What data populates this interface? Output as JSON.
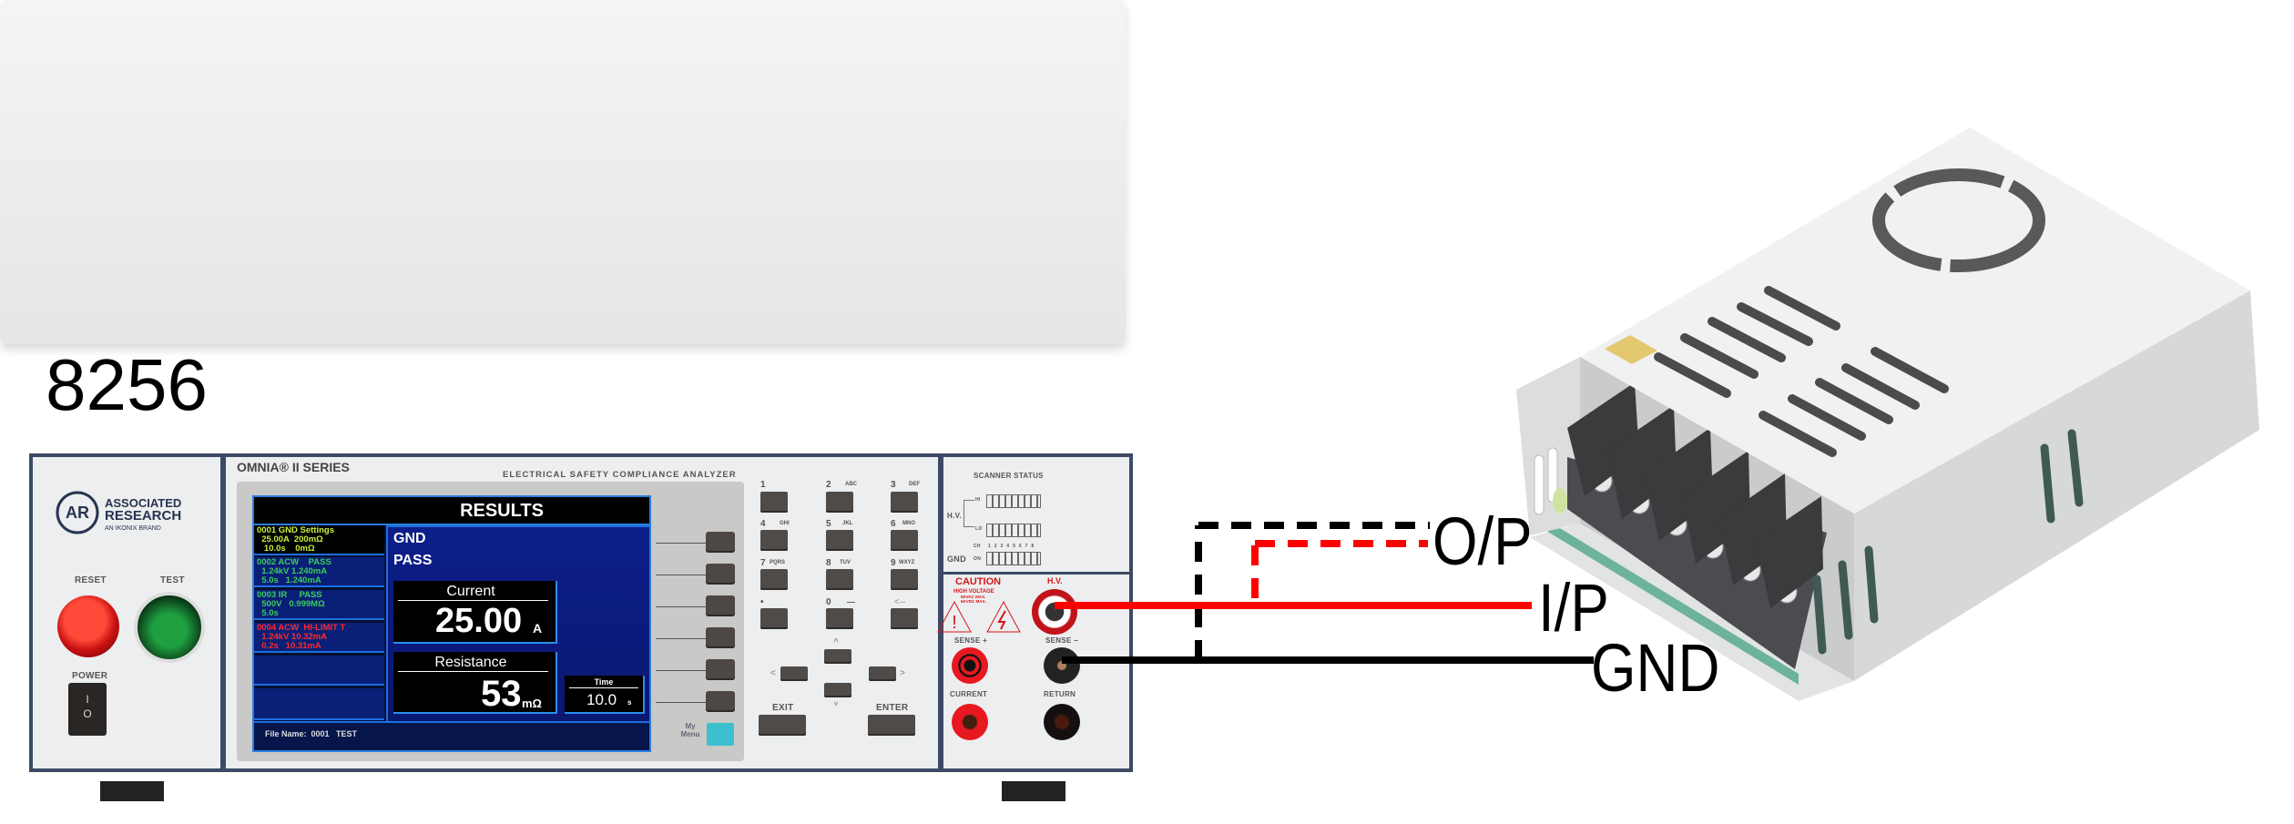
{
  "diagram_label": "8256",
  "wire_labels": {
    "output": "O/P",
    "input": "I/P",
    "ground": "GND"
  },
  "colors": {
    "hv_wire": "#ff0000",
    "ground_wire": "#000000",
    "screen_bg": "#0a1f78",
    "screen_border": "#2a8ef0"
  },
  "instrument": {
    "brand": {
      "line1": "ASSOCIATED",
      "line2": "RESEARCH",
      "line3": "AN IKONIX BRAND"
    },
    "series": "OMNIA® II SERIES",
    "subtitle": "ELECTRICAL SAFETY COMPLIANCE ANALYZER",
    "reset_label": "RESET",
    "test_label": "TEST",
    "power_label": "POWER",
    "power_on": "I",
    "power_off": "O",
    "my_menu_label": "My Menu",
    "exit_label": "EXIT",
    "enter_label": "ENTER"
  },
  "screen": {
    "title": "RESULTS",
    "steps": [
      {
        "text": "0001 GND Settings\n  25.00A  200mΩ\n   10.0s    0mΩ",
        "color": "#c8f03c"
      },
      {
        "text": "0002 ACW    PASS\n  1.24kV 1.240mA\n  5.0s   1.240mA",
        "color": "#3ccc5a"
      },
      {
        "text": "0003 IR     PASS\n  500V   0.999MΩ\n  5.0s",
        "color": "#3ccc5a"
      },
      {
        "text": "0004 ACW  HI-LIMIT T\n  1.24kV 10.32mA\n  0.2s   10.31mA",
        "color": "#ff2a2a"
      }
    ],
    "mode": "GND",
    "status": "PASS",
    "current_label": "Current",
    "current_value": "25.00",
    "current_unit": "A",
    "resistance_label": "Resistance",
    "resistance_value": "53",
    "resistance_unit": "mΩ",
    "time_label": "Time",
    "time_value": "10.0",
    "time_unit": "s",
    "file_name": "File Name:  0001   TEST"
  },
  "keypad": {
    "keys": [
      {
        "num": "1",
        "letters": ""
      },
      {
        "num": "2",
        "letters": "ABC"
      },
      {
        "num": "3",
        "letters": "DEF"
      },
      {
        "num": "4",
        "letters": "GHI"
      },
      {
        "num": "5",
        "letters": "JKL"
      },
      {
        "num": "6",
        "letters": "MNO"
      },
      {
        "num": "7",
        "letters": "PQRS"
      },
      {
        "num": "8",
        "letters": "TUV"
      },
      {
        "num": "9",
        "letters": "WXYZ"
      },
      {
        "num": "•",
        "letters": ""
      },
      {
        "num": "0",
        "letters": "—"
      },
      {
        "num": "<--",
        "letters": ""
      }
    ],
    "arrows": {
      "up": "^",
      "down": "v",
      "left": "<",
      "right": ">"
    }
  },
  "scanner": {
    "title": "SCANNER STATUS",
    "hv_label": "H.V.",
    "hi_label": "HI",
    "lo_label": "LO",
    "ch_label": "CH",
    "channels": "1 2 3 4 5 6 7 8",
    "gnd_label": "GND",
    "on_label": "ON"
  },
  "terminals": {
    "caution": "CAUTION",
    "high_voltage": "HIGH VOLTAGE",
    "vac": "5KVAC MAX.",
    "vdc": "6KVDC MAX.",
    "hv": "H.V.",
    "sense_plus": "SENSE +",
    "sense_minus": "SENSE −",
    "current": "CURRENT",
    "return": "RETURN"
  }
}
